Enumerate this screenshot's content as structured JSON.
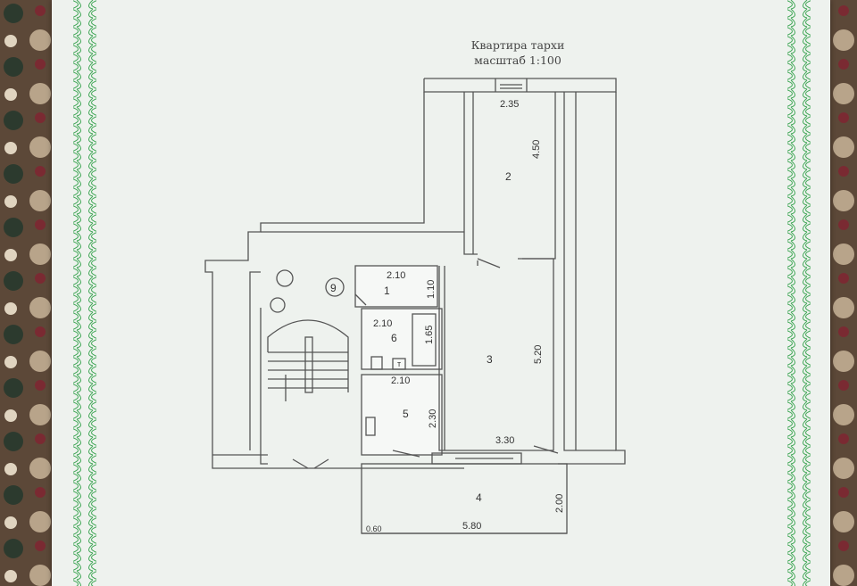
{
  "title": "Квартира тархи",
  "scale": "масштаб 1:100",
  "rooms": {
    "r1": "1",
    "r2": "2",
    "r3": "3",
    "r4": "4",
    "r5": "5",
    "r6": "6",
    "r9": "9"
  },
  "dims": {
    "d235": "2.35",
    "d450": "4.50",
    "d210a": "2.10",
    "d110": "1.10",
    "d210b": "2.10",
    "d165": "1.65",
    "d520": "5.20",
    "d210c": "2.10",
    "d230": "2.30",
    "d330": "3.30",
    "d200": "2.00",
    "d580": "5.80",
    "d060": "0.60",
    "t": "т"
  },
  "colors": {
    "paper": "#eef2ee",
    "border": "#3fa655",
    "carpet": "#5a4636"
  }
}
